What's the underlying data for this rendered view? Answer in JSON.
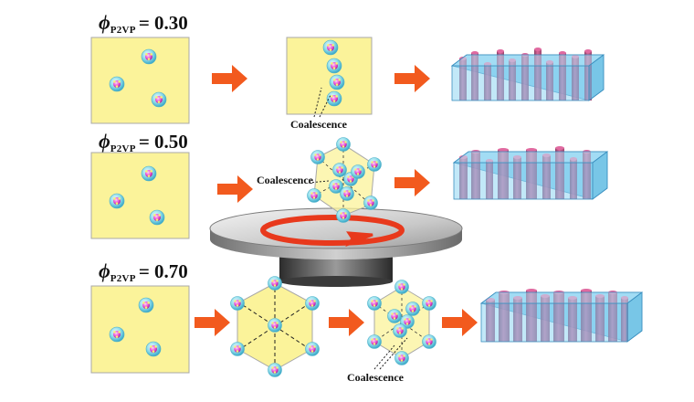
{
  "rows": [
    {
      "phi_symbol": "ϕ",
      "phi_subscript": "P2VP",
      "phi_value": "= 0.30"
    },
    {
      "phi_symbol": "ϕ",
      "phi_subscript": "P2VP",
      "phi_value": "= 0.50"
    },
    {
      "phi_symbol": "ϕ",
      "phi_subscript": "P2VP",
      "phi_value": "= 0.70"
    }
  ],
  "labels": {
    "coalescence_top": "Coalescence",
    "coalescence_mid": "Coalescence",
    "coalescence_bottom": "Coalescence"
  },
  "colors": {
    "film": "#fbf39a",
    "film_border": "#a8a8a8",
    "arrow": "#f25a1e",
    "micelle_shell": "#9fe6f0",
    "micelle_core": "#ee4fd8",
    "block": "#8fd6f2",
    "cylinder": "#c03a72",
    "spin_ring": "#e8391c"
  }
}
